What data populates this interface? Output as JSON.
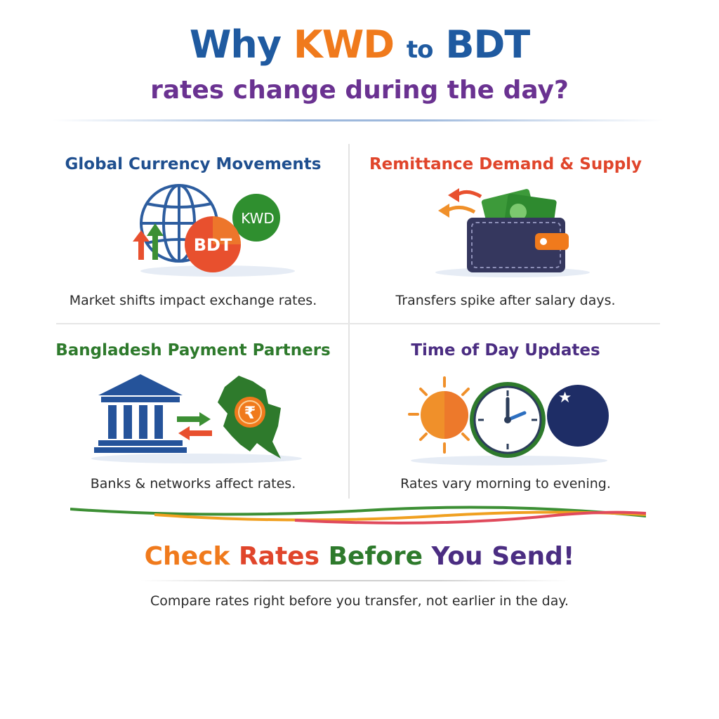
{
  "header": {
    "title_why": "Why",
    "title_kwd": "KWD",
    "title_to": "to",
    "title_bdt": "BDT",
    "subtitle": "rates change during the day?"
  },
  "panels": [
    {
      "title": "Global Currency Movements",
      "title_color": "#1f4f8f",
      "description": "Market shifts impact exchange rates.",
      "icon": "globe-currency-icon",
      "badge_kwd": "KWD",
      "badge_bdt": "BDT"
    },
    {
      "title": "Remittance Demand & Supply",
      "title_color": "#e0452b",
      "description": "Transfers spike after salary days.",
      "icon": "wallet-cash-icon"
    },
    {
      "title": "Bangladesh Payment Partners",
      "title_color": "#2e7a2c",
      "description": "Banks & networks affect rates.",
      "icon": "bank-map-icon",
      "map_symbol": "₹"
    },
    {
      "title": "Time of Day Updates",
      "title_color": "#4b2d82",
      "description": "Rates vary morning to evening.",
      "icon": "sun-clock-moon-icon"
    }
  ],
  "cta": {
    "word1": "Check",
    "word2": "Rates",
    "word3": "Before",
    "word4": "You Send!"
  },
  "footer": "Compare rates right before you transfer, not earlier in the day.",
  "colors": {
    "blue": "#1f5aa0",
    "orange": "#f07a1c",
    "purple": "#6a3291",
    "green": "#2e7a2c",
    "red": "#e0452b"
  }
}
